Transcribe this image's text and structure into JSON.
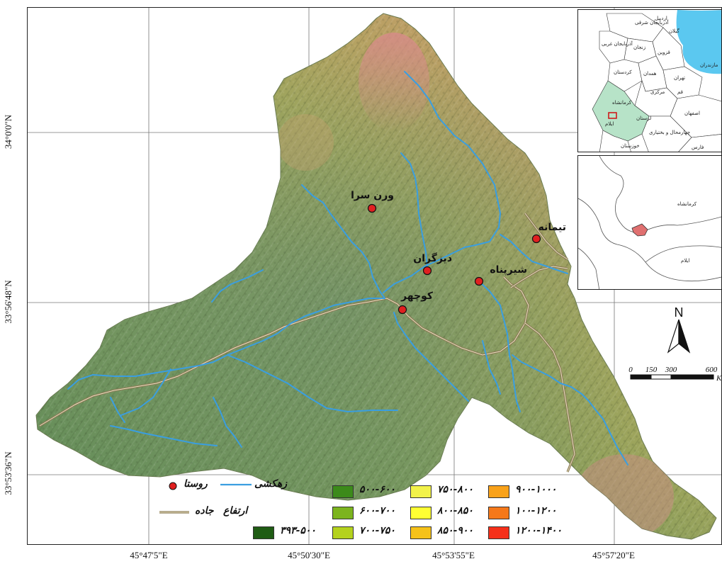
{
  "map": {
    "lat_labels": [
      "34°0'0\"N",
      "33°56'48\"N",
      "33°53'36\"N"
    ],
    "lon_labels": [
      "45°47'5\"E",
      "45°50'30\"E",
      "45°53'55\"E",
      "45°57'20\"E"
    ],
    "villages": [
      "ورن سرا",
      "تیمانه",
      "دیزگران",
      "شیرپناه",
      "کوچهر"
    ],
    "north_label": "N",
    "scale": {
      "ticks": [
        "0",
        "150",
        "300",
        "600"
      ],
      "unit": "KM"
    },
    "inset_iran": {
      "provinces": [
        "آذربایجان شرقی",
        "اردبیل",
        "گیلان",
        "آذربایجان غربی",
        "زنجان",
        "قزوین",
        "مازندران",
        "کردستان",
        "همدان",
        "تهران",
        "مرکزی",
        "کرمانشاه",
        "قم",
        "ایلام",
        "لرستان",
        "اصفهان",
        "خوزستان",
        "چهارمحال و بختیاری",
        "فارس"
      ]
    },
    "inset_province": {
      "labels": [
        "کرمانشاه",
        "ایلام"
      ]
    }
  },
  "legend": {
    "village": "روستا",
    "drainage": "زهکشی",
    "road": "جاده",
    "elevation": "ارتفاع",
    "classes": [
      {
        "label": "۵۰۰-۶۰۰",
        "color": "#3c8a1a"
      },
      {
        "label": "۷۵۰-۸۰۰",
        "color": "#f2f24a"
      },
      {
        "label": "۹۰۰-۱۰۰۰",
        "color": "#f9a21a"
      },
      {
        "label": "۶۰۰-۷۰۰",
        "color": "#7cb41e"
      },
      {
        "label": "۸۰۰-۸۵۰",
        "color": "#ffff33"
      },
      {
        "label": "۱۰۰-۱۲۰۰",
        "color": "#f5781a"
      },
      {
        "label": "۳۹۳-۵۰۰",
        "color": "#1f5c14"
      },
      {
        "label": "۷۰۰-۷۵۰",
        "color": "#b4d21e"
      },
      {
        "label": "۸۵۰-۹۰۰",
        "color": "#f5c21a"
      },
      {
        "label": "۱۲۰۰-۱۴۰۰",
        "color": "#f5301a"
      }
    ]
  },
  "colors": {
    "river": "#3a9ee0",
    "village_fill": "#e02020",
    "road": "#8a7a55"
  }
}
